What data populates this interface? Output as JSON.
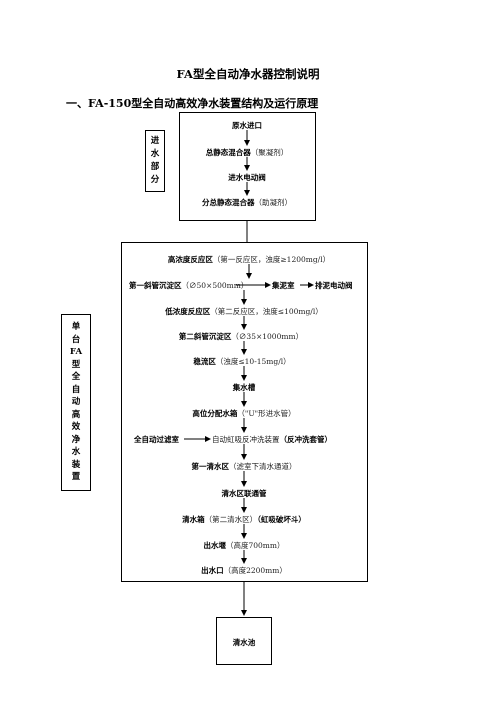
{
  "doc": {
    "title": "FA型全自动净水器控制说明",
    "section": "一、FA-150型全自动高效净水装置结构及运行原理"
  },
  "inlet": {
    "label_chars": [
      "进",
      "水",
      "部",
      "分"
    ],
    "nodes": [
      {
        "name": "原水进口",
        "note": ""
      },
      {
        "name": "总静态混合器",
        "note": "（聚凝剂）"
      },
      {
        "name": "进水电动阀",
        "note": ""
      },
      {
        "name": "分总静态混合器",
        "note": "（助凝剂）"
      }
    ]
  },
  "unit": {
    "label_chars": [
      "单",
      "台",
      "FA",
      "型",
      "全",
      "自",
      "动",
      "高",
      "效",
      "净",
      "水",
      "装",
      "置"
    ],
    "n1": {
      "name": "高浓度反应区",
      "note": "（第一反应区，浊度≥1200mg/l）"
    },
    "n2": {
      "name": "第一斜管沉淀区",
      "note": "（∅50×500mm）",
      "mid": "集泥室",
      "right": "排泥电动阀"
    },
    "n3": {
      "name": "低浓度反应区",
      "note": "（第二反应区，浊度≤100mg/l）"
    },
    "n4": {
      "name": "第二斜管沉淀区",
      "note": "（∅35×1000mm）"
    },
    "n5": {
      "name": "稳流区",
      "note": "（浊度≤10-15mg/l）"
    },
    "n6": {
      "name": "集水槽",
      "note": ""
    },
    "n7": {
      "name": "高位分配水箱",
      "note": "（\"U\"形进水管）"
    },
    "n8": {
      "name": "全自动过滤室",
      "mid": "自动虹吸反冲洗装置",
      "right": "（反冲洗套管）"
    },
    "n9": {
      "name": "第一清水区",
      "note": "（滤室下清水通道）"
    },
    "n10": {
      "name": "清水区联通管",
      "note": ""
    },
    "n11": {
      "name": "清水箱",
      "note": "（第二清水区）",
      "extra": "（虹吸破坏斗）"
    },
    "n12": {
      "name": "出水堰",
      "note": "（高度700mm）"
    },
    "n13": {
      "name": "出水口",
      "note": "（高度2200mm）"
    }
  },
  "pool": {
    "name": "清水池"
  }
}
